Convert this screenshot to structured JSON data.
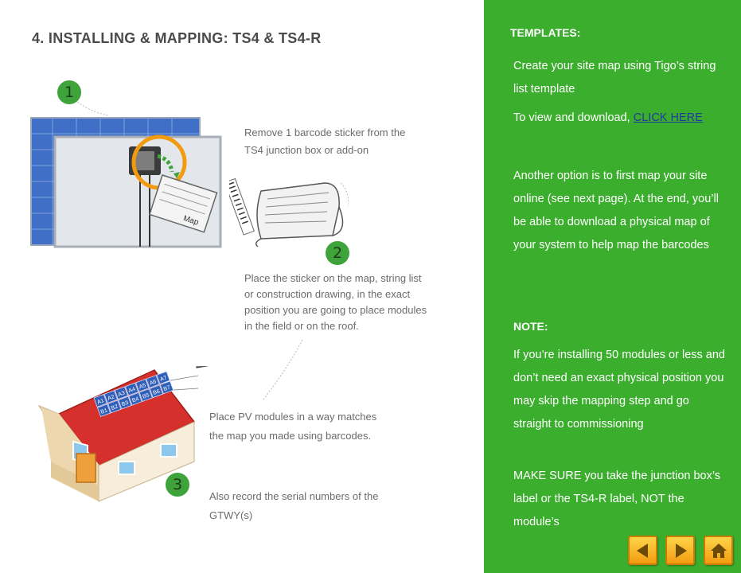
{
  "title": "4. INSTALLING & MAPPING: TS4 & TS4-R",
  "steps": [
    {
      "number": "1",
      "text": "Remove 1 barcode sticker from the TS4 junction box or add-on"
    },
    {
      "number": "2",
      "text": "Place the sticker on the map, string list or construction drawing, in the exact position you are going to place modules in the field or on the roof."
    },
    {
      "number": "3",
      "text_a": "Place PV modules in a way matches the map you made using barcodes.",
      "text_b": "Also record the serial numbers of the GTWY(s)"
    }
  ],
  "illustration": {
    "map_label": "Map",
    "roof_labels_top": [
      "A1",
      "A2",
      "A3",
      "A4",
      "A5",
      "A6",
      "A7"
    ],
    "roof_labels_bottom": [
      "B1",
      "B2",
      "B3",
      "B4",
      "B5",
      "B6",
      "B7"
    ]
  },
  "templates": {
    "heading": "TEMPLATES:",
    "line1": "Create your site map using Tigo’s string list template",
    "line2_prefix": "To view and download, ",
    "line2_link": "CLICK HERE",
    "line3": "Another option is to first map your site online (see next page). At the end, you’ll be able to download a physical map of your system to help map the barcodes"
  },
  "note": {
    "heading": "NOTE:",
    "line1": "If you’re installing 50 modules or less and don’t need an exact physical position you may skip the mapping step and go straight to commissioning",
    "line2": "MAKE SURE you take the junction box’s label or the TS4-R label, NOT the module’s"
  },
  "nav": {
    "prev_icon": "arrow-left-icon",
    "next_icon": "arrow-right-icon",
    "home_icon": "home-icon"
  },
  "colors": {
    "panel_green": "#3cae2e",
    "step_green": "#3ea33a",
    "button_orange": "#f39b10",
    "link_blue": "#1f3a9e"
  }
}
